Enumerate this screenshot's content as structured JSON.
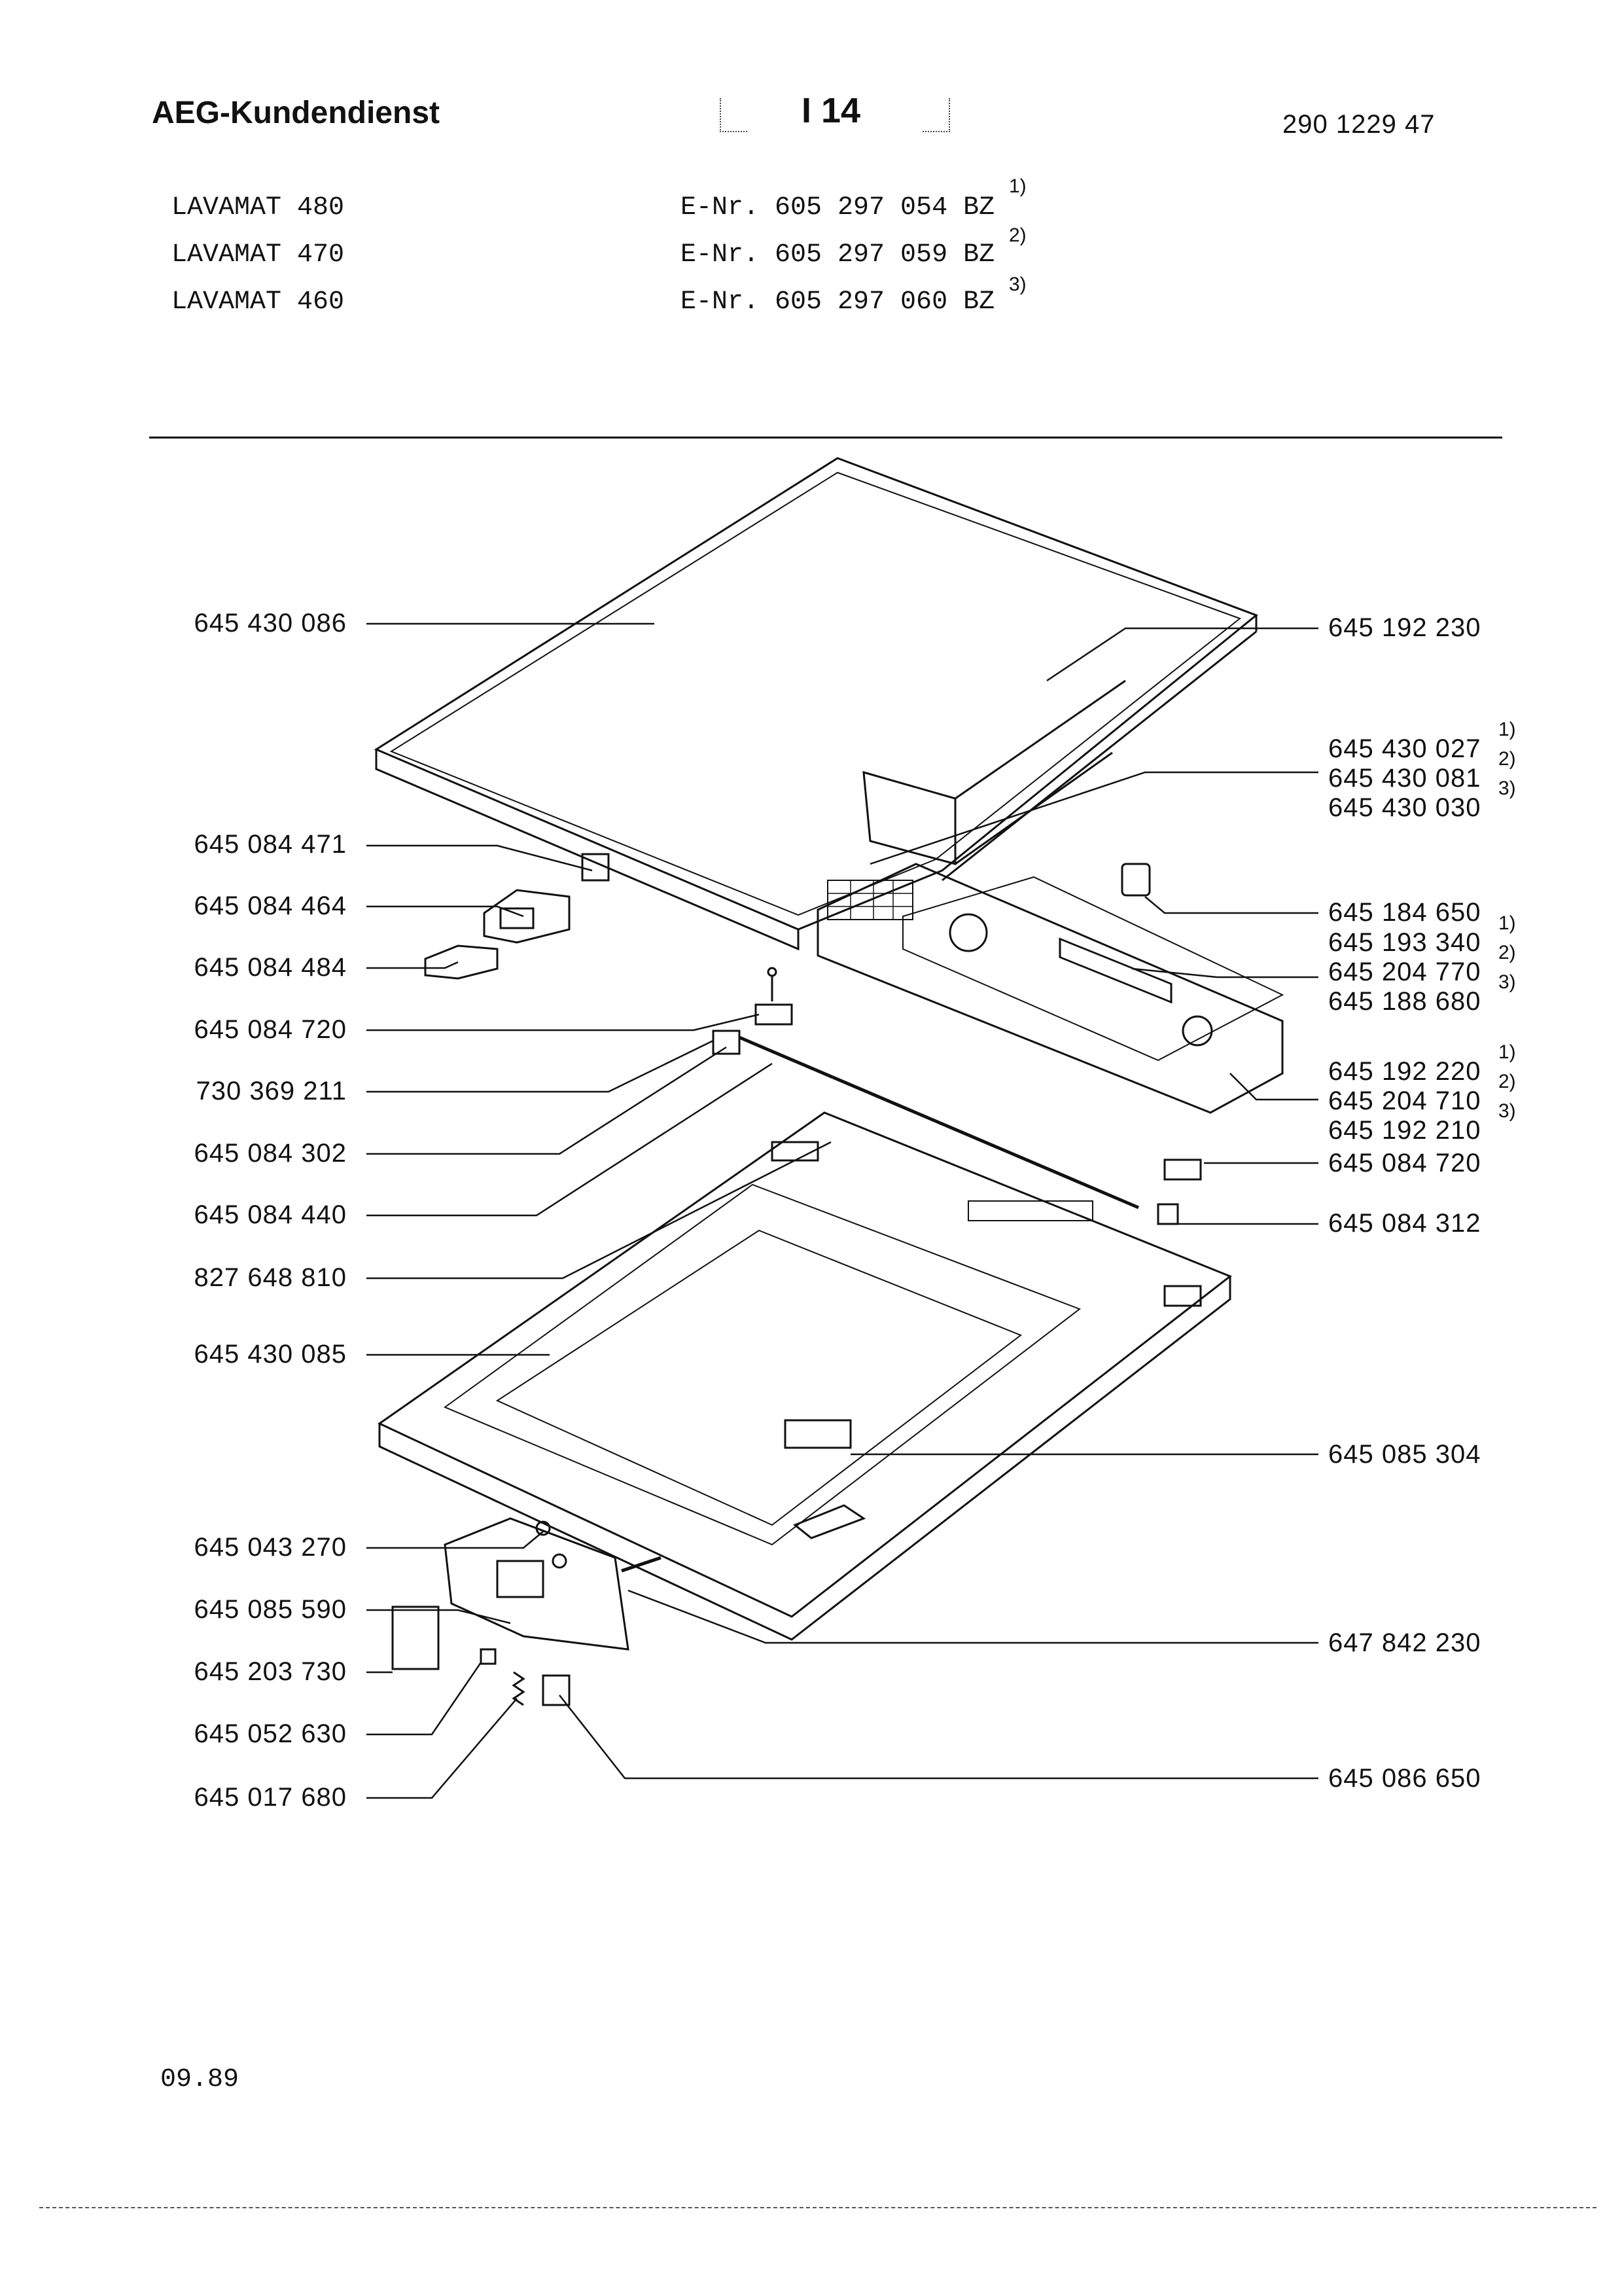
{
  "header": {
    "brand": "AEG-Kundendienst",
    "page_code": "I 14",
    "document_number": "290 1229 47"
  },
  "models": [
    {
      "name": "LAVAMAT 480",
      "enr": "E-Nr. 605 297 054 BZ",
      "note": "1)"
    },
    {
      "name": "LAVAMAT 470",
      "enr": "E-Nr. 605 297 059 BZ",
      "note": "2)"
    },
    {
      "name": "LAVAMAT 460",
      "enr": "E-Nr. 605 297 060 BZ",
      "note": "3)"
    }
  ],
  "parts_left": [
    "645 430 086",
    "645 084 471",
    "645 084 464",
    "645 084 484",
    "645 084 720",
    "730 369 211",
    "645 084 302",
    "645 084 440",
    "827 648 810",
    "645 430 085",
    "645 043 270",
    "645 085 590",
    "645 203 730",
    "645 052 630",
    "645 017 680"
  ],
  "parts_right": [
    {
      "number": "645 192 230",
      "note": ""
    },
    {
      "number": "645 430 027",
      "note": "1)"
    },
    {
      "number": "645 430 081",
      "note": "2)"
    },
    {
      "number": "645 430 030",
      "note": "3)"
    },
    {
      "number": "645 184 650",
      "note": ""
    },
    {
      "number": "645 193 340",
      "note": "1)"
    },
    {
      "number": "645 204 770",
      "note": "2)"
    },
    {
      "number": "645 188 680",
      "note": "3)"
    },
    {
      "number": "645 192 220",
      "note": "1)"
    },
    {
      "number": "645 204 710",
      "note": "2)"
    },
    {
      "number": "645 192 210",
      "note": "3)"
    },
    {
      "number": "645 084 720",
      "note": ""
    },
    {
      "number": "645 084 312",
      "note": ""
    },
    {
      "number": "645 085 304",
      "note": ""
    },
    {
      "number": "647 842 230",
      "note": ""
    },
    {
      "number": "645 086 650",
      "note": ""
    }
  ],
  "footer": {
    "date": "09.89"
  }
}
